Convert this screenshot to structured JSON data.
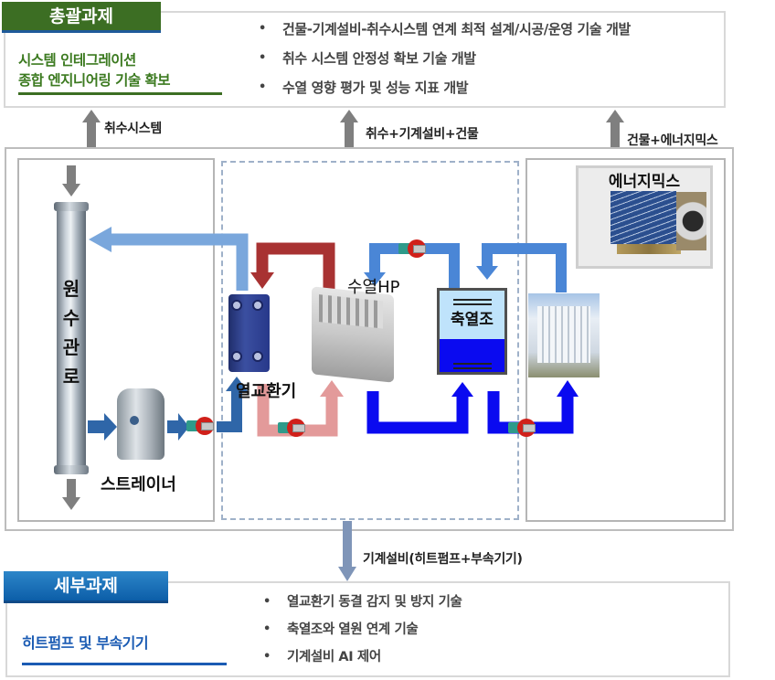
{
  "summary": {
    "tab_title": "총괄과제",
    "subtitle_line1": "시스템 인테그레이션",
    "subtitle_line2": "종합 엔지니어링 기술 확보",
    "bullets": [
      "건물-기계설비-취수시스템 연계 최적 설계/시공/운영 기술 개발",
      "취수 시스템 안정성 확보 기술 개발",
      "수열 영향 평가 및 성능 지표 개발"
    ],
    "accent_color": "#3c6e23"
  },
  "flows": {
    "intake": "취수시스템",
    "intake_mech_building": "취수+기계설비+건물",
    "building_energy": "건물+에너지믹스",
    "mechanical": "기계설비(히트펌프+부속기기)"
  },
  "diagram": {
    "raw_water_pipe": [
      "원",
      "수",
      "관",
      "로"
    ],
    "strainer": "스트레이너",
    "heat_exchanger": "열교환기",
    "water_source_hp": "수열HP",
    "thermal_storage": "축열조",
    "energy_mix": "에너지믹스",
    "colors": {
      "light_blue": "#7aa7dc",
      "mid_blue": "#4a86d6",
      "dark_blue": "#2f66a8",
      "deep_blue": "#0a0af0",
      "dark_red": "#a83232",
      "pink": "#e39a9a",
      "gray": "#7f7f7f"
    }
  },
  "detail": {
    "tab_title": "세부과제",
    "subtitle": "히트펌프 및 부속기기",
    "bullets": [
      "열교환기 동결 감지 및 방지 기술",
      "축열조와 열원 연계 기술",
      "기계설비 AI 제어"
    ],
    "accent_color": "#1a5bb3"
  }
}
